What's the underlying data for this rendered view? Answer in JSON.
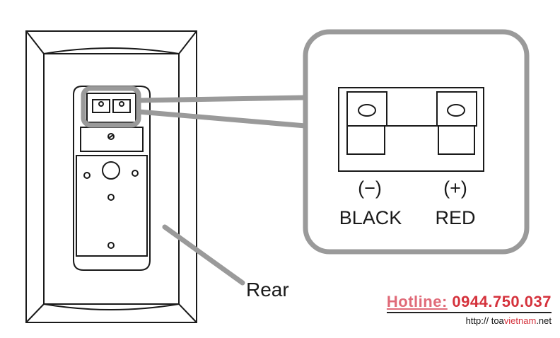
{
  "labels": {
    "rear": "Rear",
    "negative_symbol": "(−)",
    "positive_symbol": "(+)",
    "negative_color": "BLACK",
    "positive_color": "RED"
  },
  "watermark": {
    "hotline_label": "Hotline:",
    "hotline_number": " 0944.750.037",
    "website_prefix": "http:// toa",
    "website_brand": "vietnam",
    "website_suffix": ".net",
    "colors": {
      "hotline_label": "#e06a78",
      "hotline_number": "#d5323c",
      "brand": "#d5323c"
    }
  },
  "icons": {
    "speaker": "speaker-rear-panel-icon",
    "terminal": "speaker-terminal-icon"
  }
}
